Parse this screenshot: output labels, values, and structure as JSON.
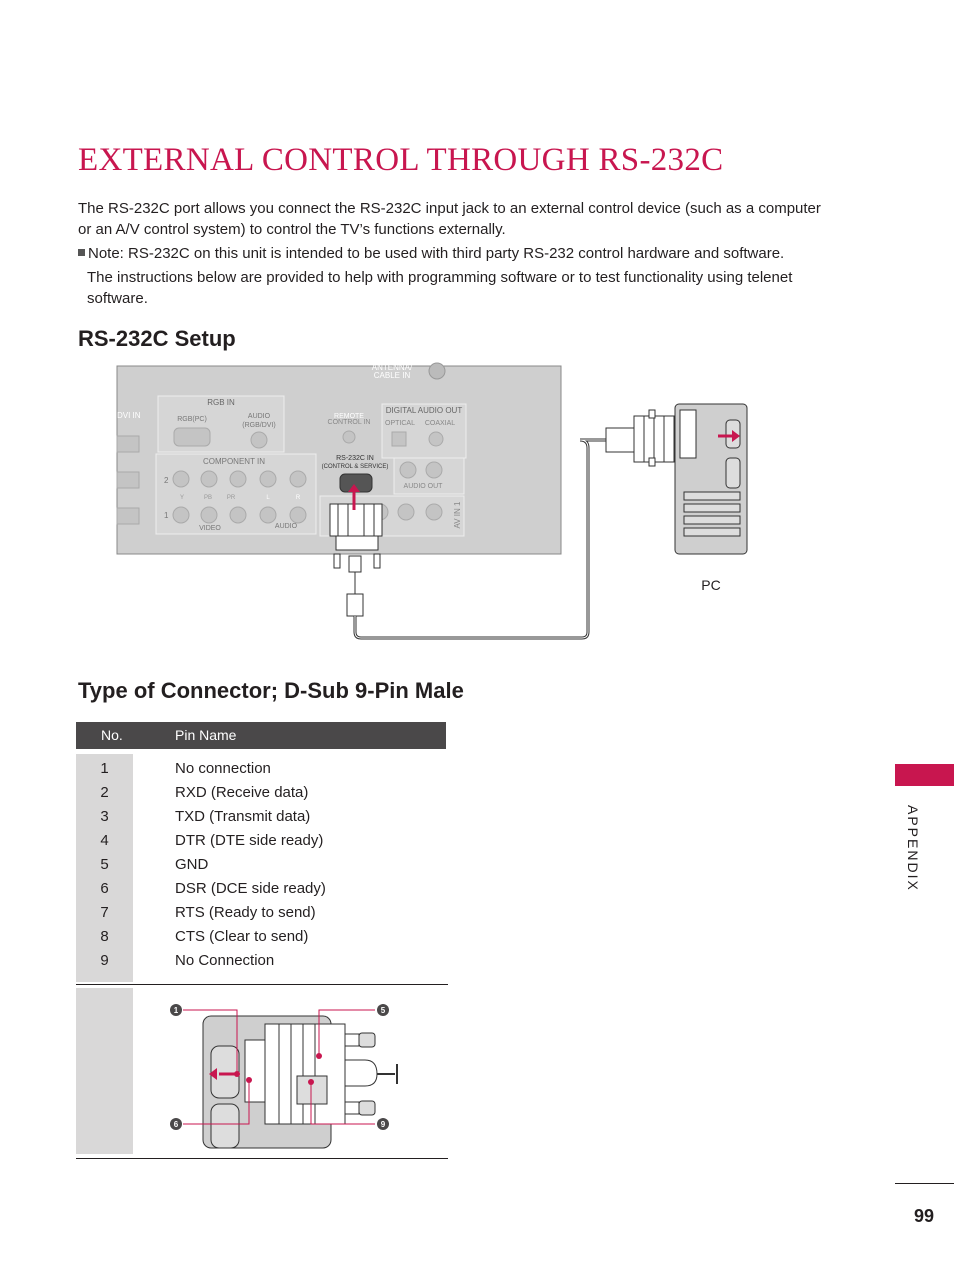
{
  "title": "EXTERNAL CONTROL THROUGH RS-232C",
  "intro_line1": "The RS-232C port allows you connect the RS-232C input jack to an external control device (such as a computer",
  "intro_line2": "or an A/V control system) to control the TV’s functions externally.",
  "note_line1": "Note: RS-232C on this unit is intended to be used with third party RS-232 control hardware and software.",
  "note_line2": "The instructions below are provided to help with programming software or to test functionality using telenet",
  "note_line3": "software.",
  "setup_heading": "RS-232C Setup",
  "diagram": {
    "pc_label": "PC",
    "antenna": "ANTENNA/",
    "cable_in": "CABLE IN",
    "rgb_in": "RGB IN",
    "dvi_in": "DVI IN",
    "rgb_pc": "RGB(PC)",
    "audio": "AUDIO",
    "rgb_dvi": "(RGB/DVI)",
    "remote": "REMOTE",
    "control_in": "CONTROL IN",
    "digital_audio_out": "DIGITAL AUDIO OUT",
    "optical": "OPTICAL",
    "coaxial": "COAXIAL",
    "component_in": "COMPONENT IN",
    "rs232c_in": "RS-232C IN",
    "control_service": "(CONTROL & SERVICE)",
    "audio_out": "AUDIO OUT",
    "av_in_1": "AV IN 1",
    "y": "Y",
    "pb": "PB",
    "pr": "PR",
    "l": "L",
    "r": "R",
    "video": "VIDEO",
    "audio_small": "AUDIO",
    "row2": "2",
    "row1": "1"
  },
  "connector_heading": "Type of Connector; D-Sub 9-Pin Male",
  "table": {
    "col_no": "No.",
    "col_pin": "Pin Name",
    "rows": [
      {
        "no": "1",
        "name": "No connection"
      },
      {
        "no": "2",
        "name": "RXD (Receive data)"
      },
      {
        "no": "3",
        "name": "TXD (Transmit data)"
      },
      {
        "no": "4",
        "name": "DTR (DTE side ready)"
      },
      {
        "no": "5",
        "name": "GND"
      },
      {
        "no": "6",
        "name": "DSR (DCE side ready)"
      },
      {
        "no": "7",
        "name": "RTS (Ready to send)"
      },
      {
        "no": "8",
        "name": "CTS (Clear to send)"
      },
      {
        "no": "9",
        "name": "No Connection"
      }
    ]
  },
  "pin_callouts": {
    "p1": "1",
    "p5": "5",
    "p6": "6",
    "p9": "9"
  },
  "side_tab": "APPENDIX",
  "page_number": "99",
  "colors": {
    "accent": "#c8164f",
    "panel": "#cfcfcf",
    "table_header": "#4a4849"
  }
}
